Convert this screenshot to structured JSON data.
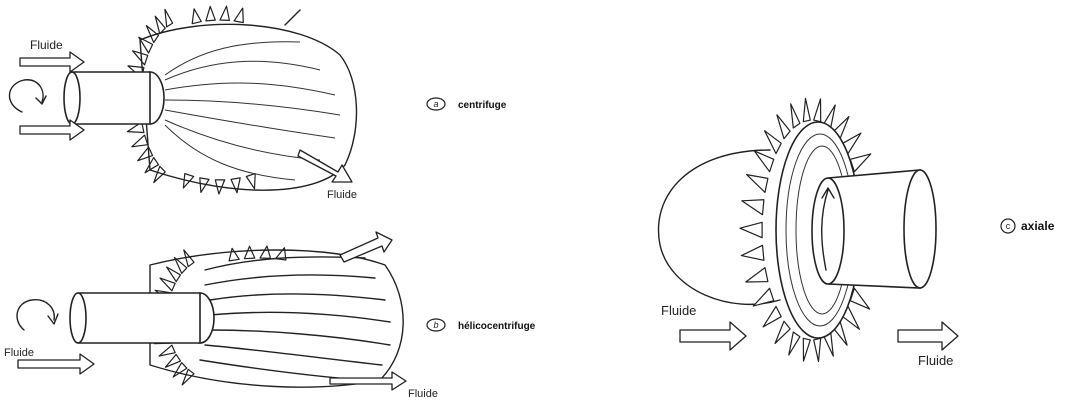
{
  "diagram": {
    "panels": [
      {
        "id": "a",
        "marker": "a",
        "name": "centrifuge",
        "fluid_in": "Fluide",
        "fluid_out": "Fluide"
      },
      {
        "id": "b",
        "marker": "b",
        "name": "hélicocentrifuge",
        "fluid_in": "Fluide",
        "fluid_out": "Fluide"
      },
      {
        "id": "c",
        "marker": "c",
        "name": "axiale",
        "fluid_in": "Fluide",
        "fluid_out": "Fluide"
      }
    ]
  }
}
